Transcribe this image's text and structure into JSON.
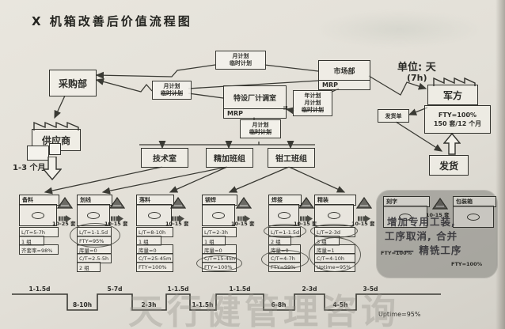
{
  "title": "X 机箱改善后价值流程图",
  "unit_label": "单位: 天",
  "unit_sub": "(7h)",
  "watermark": "天行健管理咨询",
  "uptime_note": "Uptime=95%",
  "boxes": {
    "purchasing": "采购部",
    "supplier": "供应商",
    "market": "市场部",
    "market_mrp": "MRP",
    "planning": "特设厂计调室",
    "planning_mrp": "MRP",
    "tech": "技术室",
    "fine_team": "精加班组",
    "fitter_team": "钳工班组",
    "military": "军方",
    "military_fty": "FTY=100%",
    "military_volume": "150 套/12 个月",
    "delivery_note": "发货单",
    "ship": "发货",
    "lead_time": "1-3 个月"
  },
  "plans": {
    "top": [
      "月计划",
      "临时计划"
    ],
    "mid": [
      "月计划",
      "临时计划"
    ],
    "low": [
      "月计划",
      "临时计划"
    ],
    "year": [
      "年计划",
      "月计划",
      "临时计划"
    ]
  },
  "processes": [
    {
      "name": "备料",
      "rows": [
        "L/T=5-7h",
        "1 组",
        "齐套率=98%"
      ]
    },
    {
      "name": "划线",
      "rows": [
        "L/T=1-1.5d",
        "FTY=95%",
        "库量=0",
        "C/T=2.5-5h",
        "2 组"
      ]
    },
    {
      "name": "落料",
      "rows": [
        "L/T=8-10h",
        "1 组",
        "库量=0",
        "C/T=25-45m",
        "FTY=100%"
      ]
    },
    {
      "name": "铆焊",
      "rows": [
        "L/T=2-3h",
        "1 组",
        "库量=0",
        "C/T=15-45m",
        "FTY=100%"
      ]
    },
    {
      "name": "焊接",
      "rows": [
        "L/T=1-1.5d",
        "2 组",
        "库量=0",
        "C/T=4-7h",
        "FTY=99%"
      ]
    },
    {
      "name": "精装",
      "rows": [
        "L/T=2-3d",
        "3 组",
        "库量=1",
        "C/T=4-10h",
        "Uptime=95%"
      ]
    },
    {
      "name": "刻字",
      "rows": [
        "FTY=100%"
      ]
    },
    {
      "name": "包装箱",
      "rows": [
        "FTY=100%"
      ]
    }
  ],
  "inventories": [
    "10-25 套",
    "10-15 套",
    "10-15 套",
    "10-15 套",
    "10-15 套",
    "10-15 套",
    "10-15 套"
  ],
  "annotation": {
    "line1": "增加专用工装,",
    "line2": "工序取消, 合并",
    "line3": "—— 精铣工序"
  },
  "timeline": {
    "top": [
      "1-1.5d",
      "5-7d",
      "1-1.5d",
      "1-1.5d",
      "2-3d",
      "3-5d"
    ],
    "bottom": [
      "8-10h",
      "2-3h",
      "1-1.5h",
      "6-8h",
      "4-5h"
    ]
  },
  "colors": {
    "ink": "#33332e",
    "paper": "#e6e3db",
    "overlay_gray": "#807f7a"
  }
}
